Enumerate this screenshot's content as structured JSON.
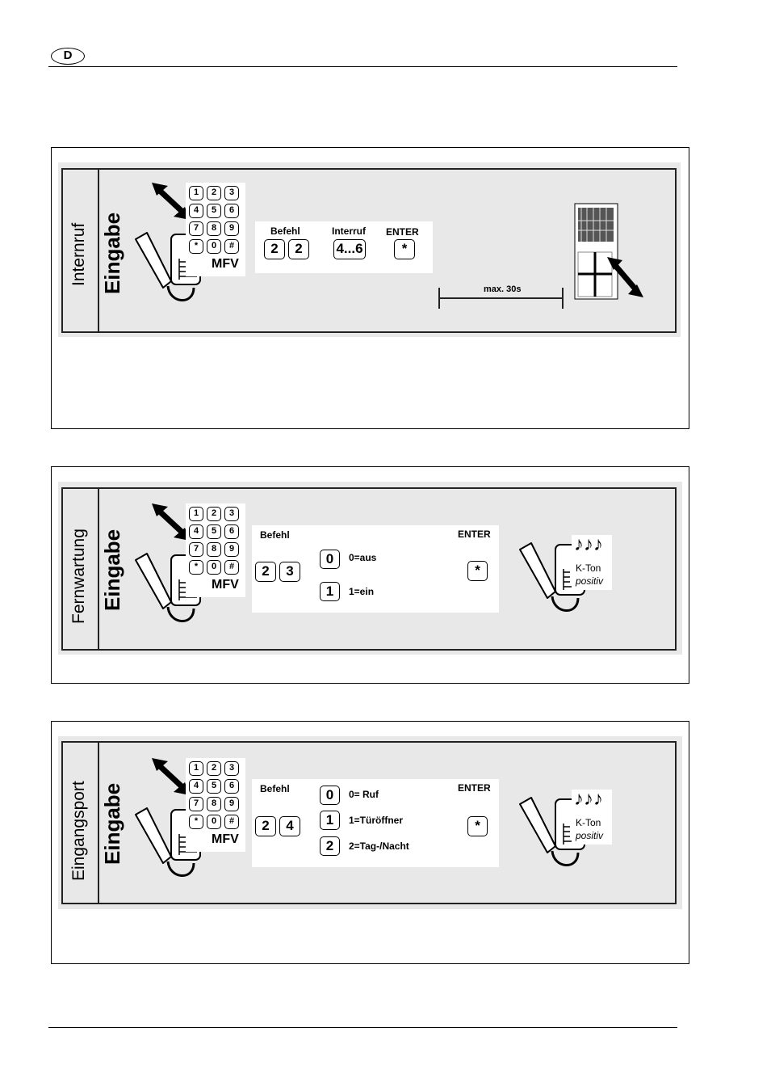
{
  "header": {
    "language_badge": "D"
  },
  "keypad": {
    "keys": [
      "1",
      "2",
      "3",
      "4",
      "5",
      "6",
      "7",
      "8",
      "9",
      "*",
      "0",
      "#"
    ],
    "label": "MFV"
  },
  "panels": [
    {
      "title": "Internruf",
      "subtitle": "Eingabe",
      "befehl_label": "Befehl",
      "befehl_keys": [
        "2",
        "2"
      ],
      "extra_label": "Interruf",
      "extra_key": "4...6",
      "enter_label": "ENTER",
      "enter_key": "*",
      "timer_label": "max. 30s"
    },
    {
      "title": "Fernwartung",
      "subtitle": "Eingabe",
      "befehl_label": "Befehl",
      "befehl_keys": [
        "2",
        "3"
      ],
      "options": [
        {
          "key": "0",
          "text": "0=aus"
        },
        {
          "key": "1",
          "text": "1=ein"
        }
      ],
      "enter_label": "ENTER",
      "enter_key": "*",
      "tone_notes": "♪♪♪",
      "tone_label": "K-Ton",
      "tone_status": "positiv"
    },
    {
      "title": "Eingangsport",
      "subtitle": "Eingabe",
      "befehl_label": "Befehl",
      "befehl_keys": [
        "2",
        "4"
      ],
      "options": [
        {
          "key": "0",
          "text": "0= Ruf"
        },
        {
          "key": "1",
          "text": "1=Türöffner"
        },
        {
          "key": "2",
          "text": "2=Tag-/Nacht"
        }
      ],
      "enter_label": "ENTER",
      "enter_key": "*",
      "tone_notes": "♪♪♪",
      "tone_label": "K-Ton",
      "tone_status": "positiv"
    }
  ]
}
